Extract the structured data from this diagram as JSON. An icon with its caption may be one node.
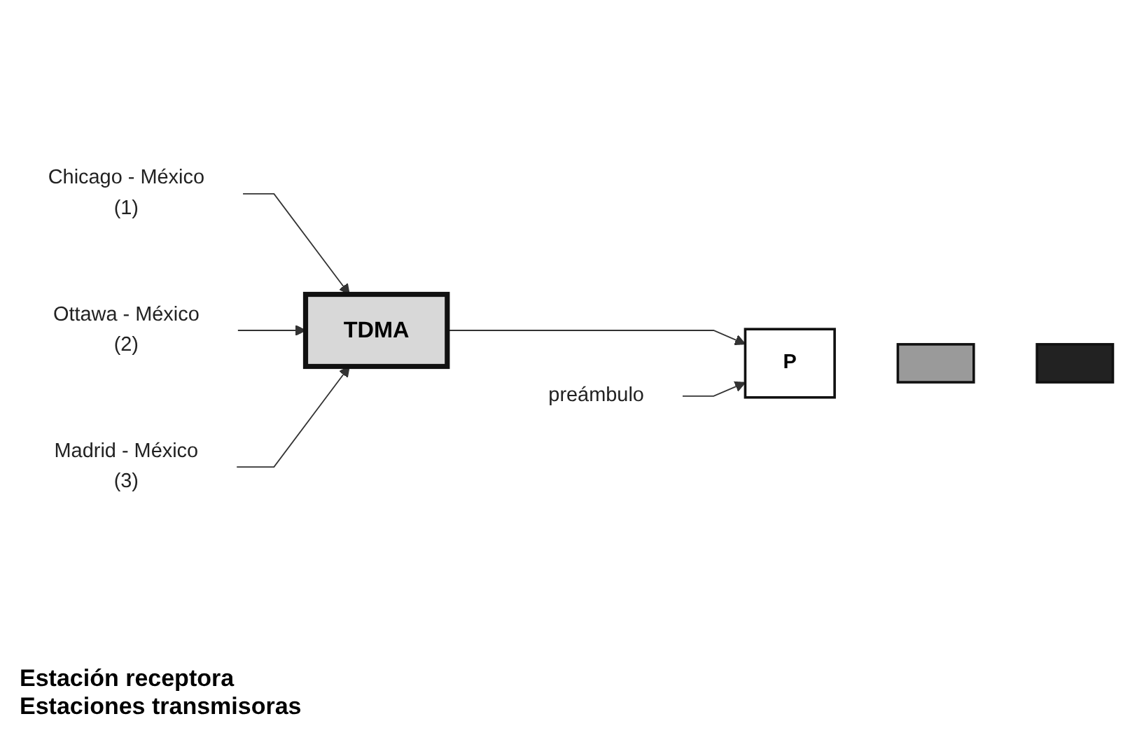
{
  "diagram": {
    "nodes": [
      {
        "text": [
          "Chicago - México",
          "(1)"
        ]
      },
      {
        "text": [
          "Ottawa - México",
          "(2)"
        ]
      },
      {
        "text": [
          "Madrid - México",
          "(3)"
        ]
      },
      {
        "text": [
          "TDMA"
        ]
      },
      {
        "text": [
          "preámbulo"
        ]
      },
      {
        "text": [
          "P"
        ]
      },
      {
        "text": [],
        "shape": "box"
      },
      {
        "text": [],
        "shape": "box"
      }
    ],
    "edges": [
      {
        "from": 0,
        "to": 3,
        "arrow": "to"
      },
      {
        "from": 1,
        "to": 3,
        "arrow": "to"
      },
      {
        "from": 2,
        "to": 3,
        "arrow": "to"
      },
      {
        "from": 3,
        "to": 5,
        "arrow": "to"
      },
      {
        "from": 4,
        "to": 5,
        "arrow": "to"
      }
    ],
    "labels": [
      "Estación receptora",
      "Estaciones transmisoras"
    ]
  }
}
